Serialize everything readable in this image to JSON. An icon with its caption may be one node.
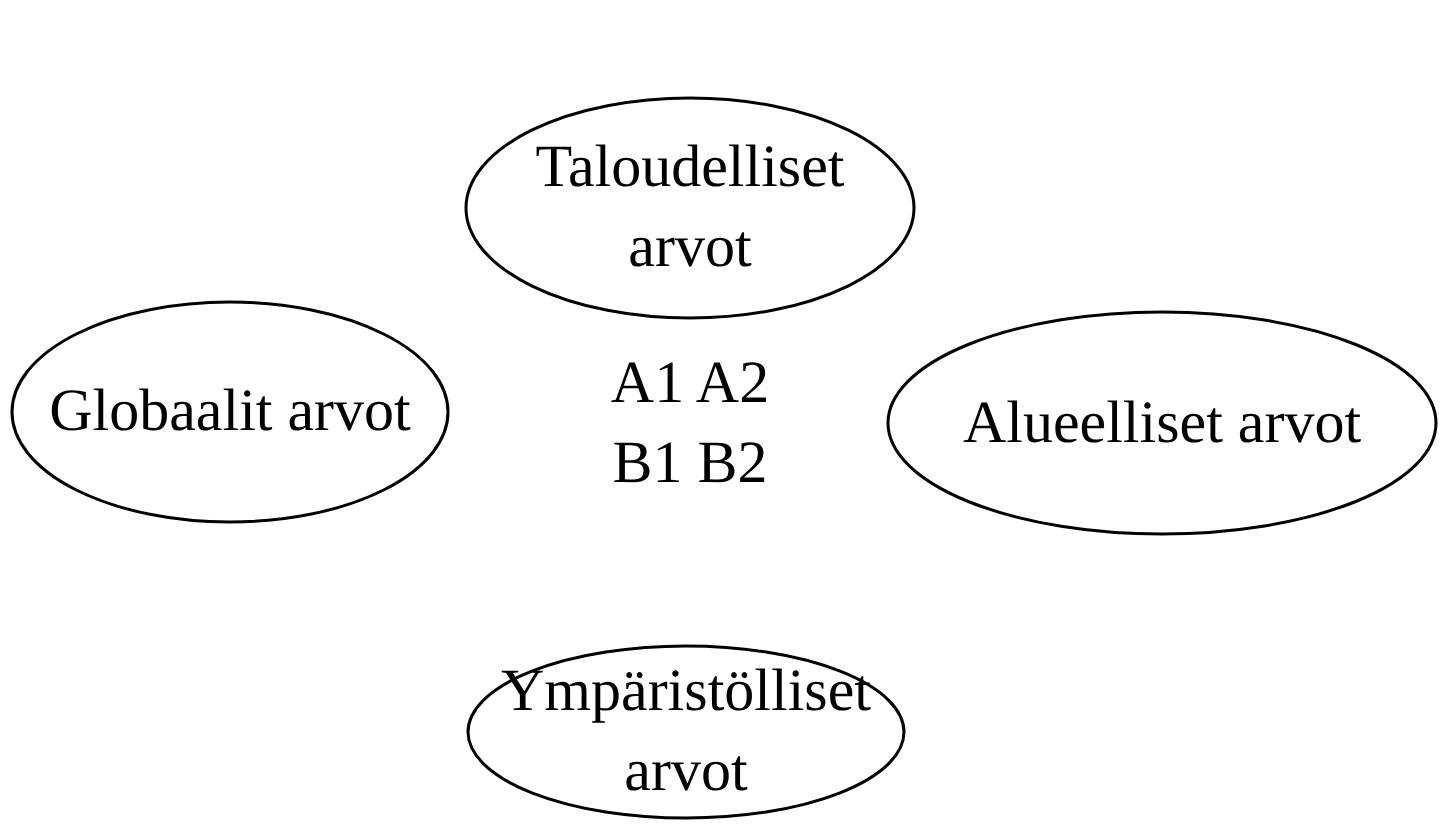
{
  "diagram": {
    "nodes": [
      {
        "text": [
          "Taloudelliset arvot"
        ]
      },
      {
        "text": [
          "Globaalit arvot"
        ]
      },
      {
        "text": [
          "Alueelliset arvot"
        ]
      },
      {
        "text": [
          "Ympäristölliset arvot"
        ]
      }
    ],
    "edges": [],
    "labels": [
      "A1 A2 B1 B2"
    ]
  }
}
